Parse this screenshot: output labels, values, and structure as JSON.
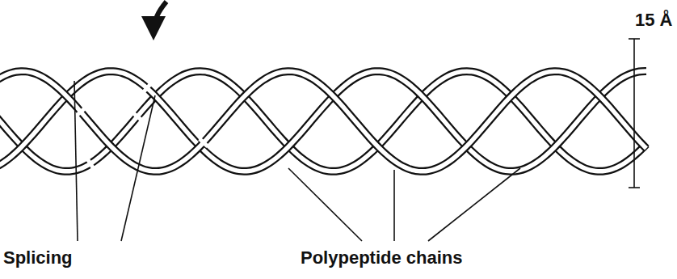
{
  "diagram": {
    "labels": [
      "15 Å",
      "Splicing",
      "Polypeptide chains"
    ]
  }
}
